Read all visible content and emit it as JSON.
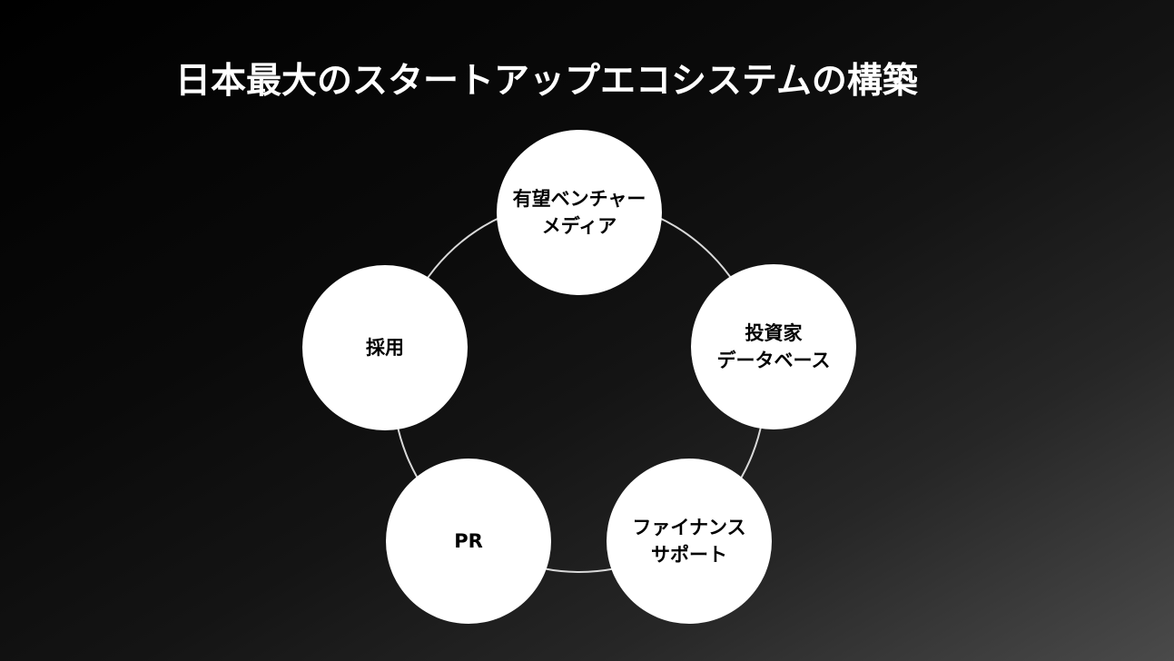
{
  "slide": {
    "title": "日本最大のスタートアップエコシステムの構築"
  },
  "diagram": {
    "nodes": [
      {
        "key": "media",
        "label": "有望ベンチャー\nメディア"
      },
      {
        "key": "investor",
        "label": "投資家\nデータベース"
      },
      {
        "key": "finance",
        "label": "ファイナンス\nサポート"
      },
      {
        "key": "pr",
        "label": "PR"
      },
      {
        "key": "hiring",
        "label": "採用"
      }
    ],
    "colors": {
      "node_fill": "#ffffff",
      "node_text": "#000000",
      "ring_stroke": "#d9d9d9",
      "title_text": "#ffffff"
    }
  }
}
